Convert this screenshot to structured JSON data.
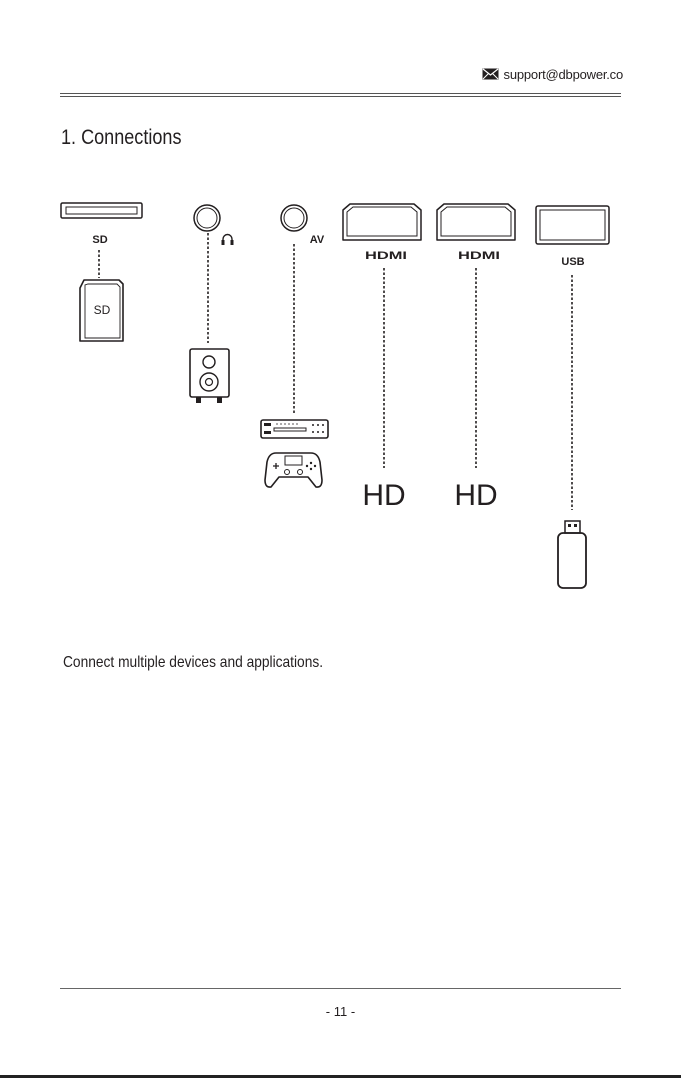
{
  "header": {
    "email": "support@dbpower.co",
    "email_icon": "envelope-icon"
  },
  "section": {
    "title": "1. Connections"
  },
  "ports": {
    "sd_label": "SD",
    "headphone_icon": "headphone-icon",
    "av_label": "AV",
    "hdmi1_label": "HDMI",
    "hdmi2_label": "HDMI",
    "usb_label": "USB"
  },
  "devices": {
    "sd_card_label": "SD",
    "speaker_icon": "speaker-icon",
    "dvd_player_icon": "dvd-player-icon",
    "gamepad_icon": "gamepad-icon",
    "hd1_label": "HD",
    "hd2_label": "HD",
    "usb_drive_icon": "usb-drive-icon"
  },
  "caption": "Connect multiple devices and applications.",
  "footer": {
    "page_number": "- 11 -"
  }
}
